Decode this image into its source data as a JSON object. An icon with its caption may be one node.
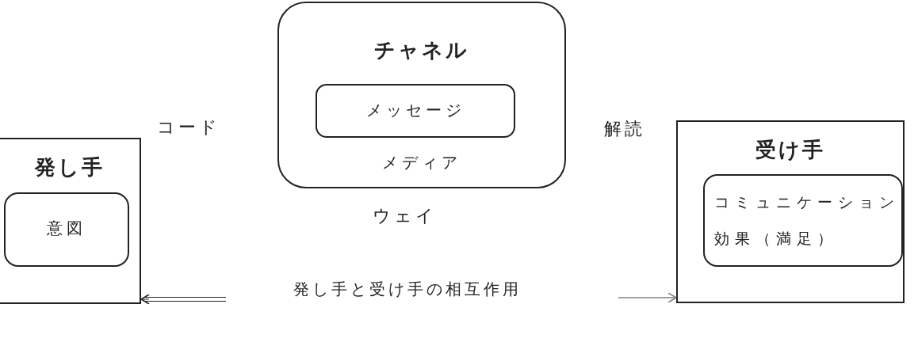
{
  "diagram": {
    "nodes": [
      {
        "text": [
          "発し手"
        ]
      },
      {
        "text": [
          "意図"
        ],
        "in": 0
      },
      {
        "text": [
          "チャネル",
          "メディア"
        ]
      },
      {
        "text": [
          "メッセージ"
        ],
        "in": 2
      },
      {
        "text": [
          "受け手"
        ]
      },
      {
        "text": [
          "コミュニケーション効果（満足）"
        ],
        "in": 4
      }
    ],
    "edges": [
      {
        "from": null,
        "to": 0,
        "arrow": "to"
      },
      {
        "from": null,
        "to": 4,
        "arrow": "to",
        "color": "#808080"
      }
    ],
    "labels": [
      "コード",
      "解読",
      "ウェイ",
      "発し手と受け手の相互作用"
    ]
  }
}
